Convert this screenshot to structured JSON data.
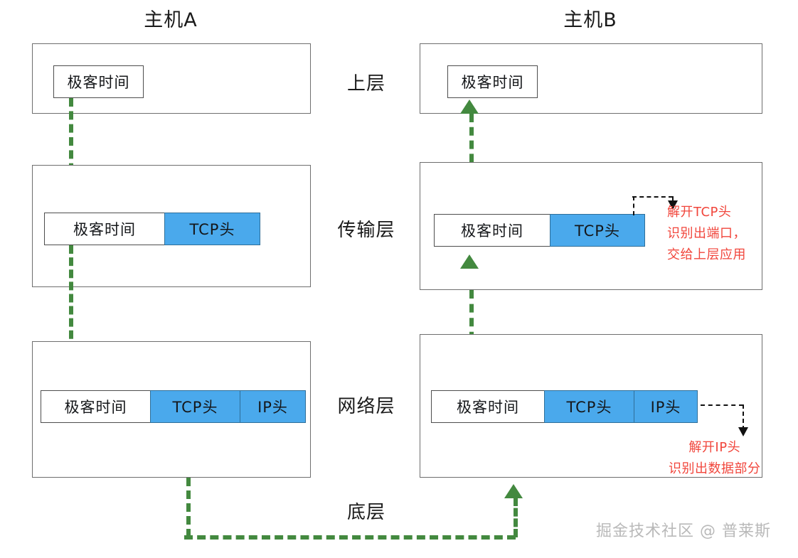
{
  "diagram": {
    "title_a": "主机A",
    "title_b": "主机B",
    "colors": {
      "header_blue": "#4aa9ec",
      "flow_green": "#43893f",
      "annotation_red": "#f1463c",
      "box_border": "#6e6e6e",
      "watermark_gray": "#b9b9b9"
    }
  },
  "layer_labels": {
    "upper": "上层",
    "transport": "传输层",
    "network": "网络层",
    "bottom": "底层"
  },
  "payload": {
    "data_label": "极客时间",
    "tcp_header": "TCP头",
    "ip_header": "IP头"
  },
  "host_a": {
    "upper": {
      "segments": [
        "极客时间"
      ]
    },
    "transport": {
      "segments": [
        "极客时间",
        "TCP头"
      ]
    },
    "network": {
      "segments": [
        "极客时间",
        "TCP头",
        "IP头"
      ]
    }
  },
  "host_b": {
    "upper": {
      "segments": [
        "极客时间"
      ]
    },
    "transport": {
      "segments": [
        "极客时间",
        "TCP头"
      ]
    },
    "network": {
      "segments": [
        "极客时间",
        "TCP头",
        "IP头"
      ]
    }
  },
  "annotations": {
    "tcp_note": {
      "line1": "解开TCP头",
      "line2": "识别出端口，",
      "line3": "交给上层应用"
    },
    "ip_note": {
      "line1": "解开IP头",
      "line2": "识别出数据部分"
    }
  },
  "watermark": {
    "text": "掘金技术社区 @ 普莱斯"
  }
}
